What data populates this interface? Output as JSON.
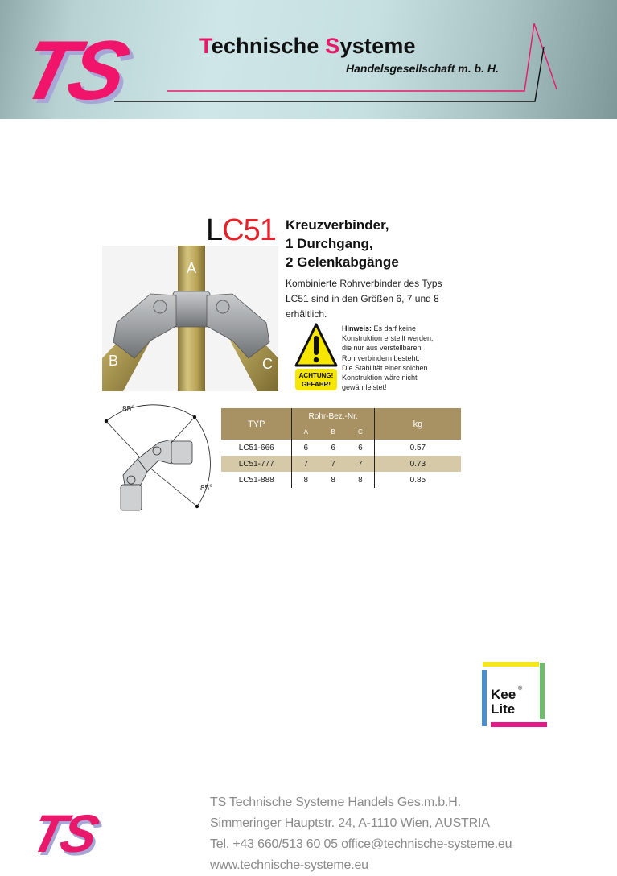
{
  "header": {
    "logo_text": "TS",
    "title_first_letter": "T",
    "title_part1": "echnische ",
    "title_second_letter": "S",
    "title_part2": "ysteme",
    "subtitle": "Handelsgesellschaft m. b. H.",
    "colors": {
      "accent": "#e8196a",
      "shadow": "#a8a8d8"
    }
  },
  "product": {
    "code_prefix": "L",
    "code_rest": "C51",
    "title_lines": [
      "Kreuzverbinder,",
      "1 Durchgang,",
      "2 Gelenkabgänge"
    ],
    "description_lines": [
      "Kombinierte Rohrverbinder des Typs",
      "LC51 sind in den Größen 6, 7 und 8",
      "erhältlich."
    ],
    "photo_labels": {
      "a": "A",
      "b": "B",
      "c": "C"
    },
    "colors": {
      "code_red": "#e3242b"
    }
  },
  "warning": {
    "badge_line1": "ACHTUNG!",
    "badge_line2": "GEFAHR!",
    "heading": "Hinweis:",
    "lines": [
      " Es darf keine",
      "Konstruktion erstellt werden,",
      "die nur aus verstellbaren",
      "Rohrverbindern besteht.",
      "Die Stabilität einer solchen",
      "Konstruktion wäre nicht",
      "gewährleistet!"
    ]
  },
  "diagram": {
    "angle_top": "85°",
    "angle_right": "85°"
  },
  "spec_table": {
    "header": {
      "typ": "TYP",
      "rohr": "Rohr-Bez.-Nr.",
      "a": "A",
      "b": "B",
      "c": "C",
      "kg": "kg"
    },
    "rows": [
      {
        "typ": "LC51-666",
        "a": "6",
        "b": "6",
        "c": "6",
        "kg": "0.57"
      },
      {
        "typ": "LC51-777",
        "a": "7",
        "b": "7",
        "c": "7",
        "kg": "0.73"
      },
      {
        "typ": "LC51-888",
        "a": "8",
        "b": "8",
        "c": "8",
        "kg": "0.85"
      }
    ],
    "colors": {
      "header_bg": "#a89263",
      "alt_row_bg": "#d6c9a8"
    }
  },
  "keelite": {
    "line1": "Kee",
    "line2": "Lite",
    "reg": "®"
  },
  "footer": {
    "logo_text": "TS",
    "lines": [
      "TS Technische Systeme Handels Ges.m.b.H.",
      "Simmeringer Hauptstr. 24, A-1110  Wien, AUSTRIA",
      "Tel. +43 660/513 60 05 office@technische-systeme.eu",
      "www.technische-systeme.eu"
    ]
  }
}
